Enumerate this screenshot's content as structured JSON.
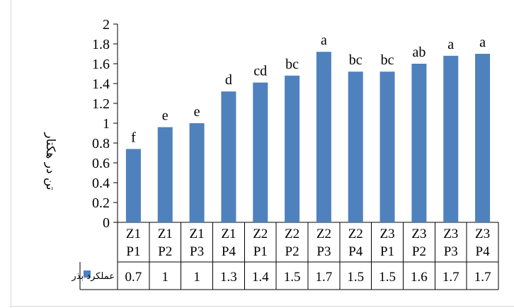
{
  "chart_data": {
    "type": "bar",
    "title": "",
    "xlabel": "",
    "ylabel": "تن در هکتار",
    "ylim": [
      0,
      2
    ],
    "yticks": [
      "0",
      "0.2",
      "0.4",
      "0.6",
      "0.8",
      "1",
      "1.2",
      "1.4",
      "1.6",
      "1.8",
      "2"
    ],
    "categories": [
      [
        "Z1",
        "P1"
      ],
      [
        "Z1",
        "P2"
      ],
      [
        "Z1",
        "P3"
      ],
      [
        "Z1",
        "P4"
      ],
      [
        "Z2",
        "P1"
      ],
      [
        "Z2",
        "P2"
      ],
      [
        "Z2",
        "P3"
      ],
      [
        "Z2",
        "P4"
      ],
      [
        "Z3",
        "P1"
      ],
      [
        "Z3",
        "P2"
      ],
      [
        "Z3",
        "P3"
      ],
      [
        "Z3",
        "P4"
      ]
    ],
    "series": [
      {
        "name": "عملکرد بذر",
        "color": "#4f81bd",
        "values": [
          0.74,
          0.96,
          1.0,
          1.32,
          1.41,
          1.48,
          1.72,
          1.52,
          1.52,
          1.6,
          1.68,
          1.7
        ],
        "table_values": [
          "0.7",
          "1",
          "1",
          "1.3",
          "1.4",
          "1.5",
          "1.7",
          "1.5",
          "1.5",
          "1.6",
          "1.7",
          "1.7"
        ]
      }
    ],
    "annotations": [
      "f",
      "e",
      "e",
      "d",
      "cd",
      "bc",
      "a",
      "bc",
      "bc",
      "ab",
      "a",
      "a"
    ],
    "grid": false,
    "data_table": true,
    "legend": "data-table-left"
  }
}
